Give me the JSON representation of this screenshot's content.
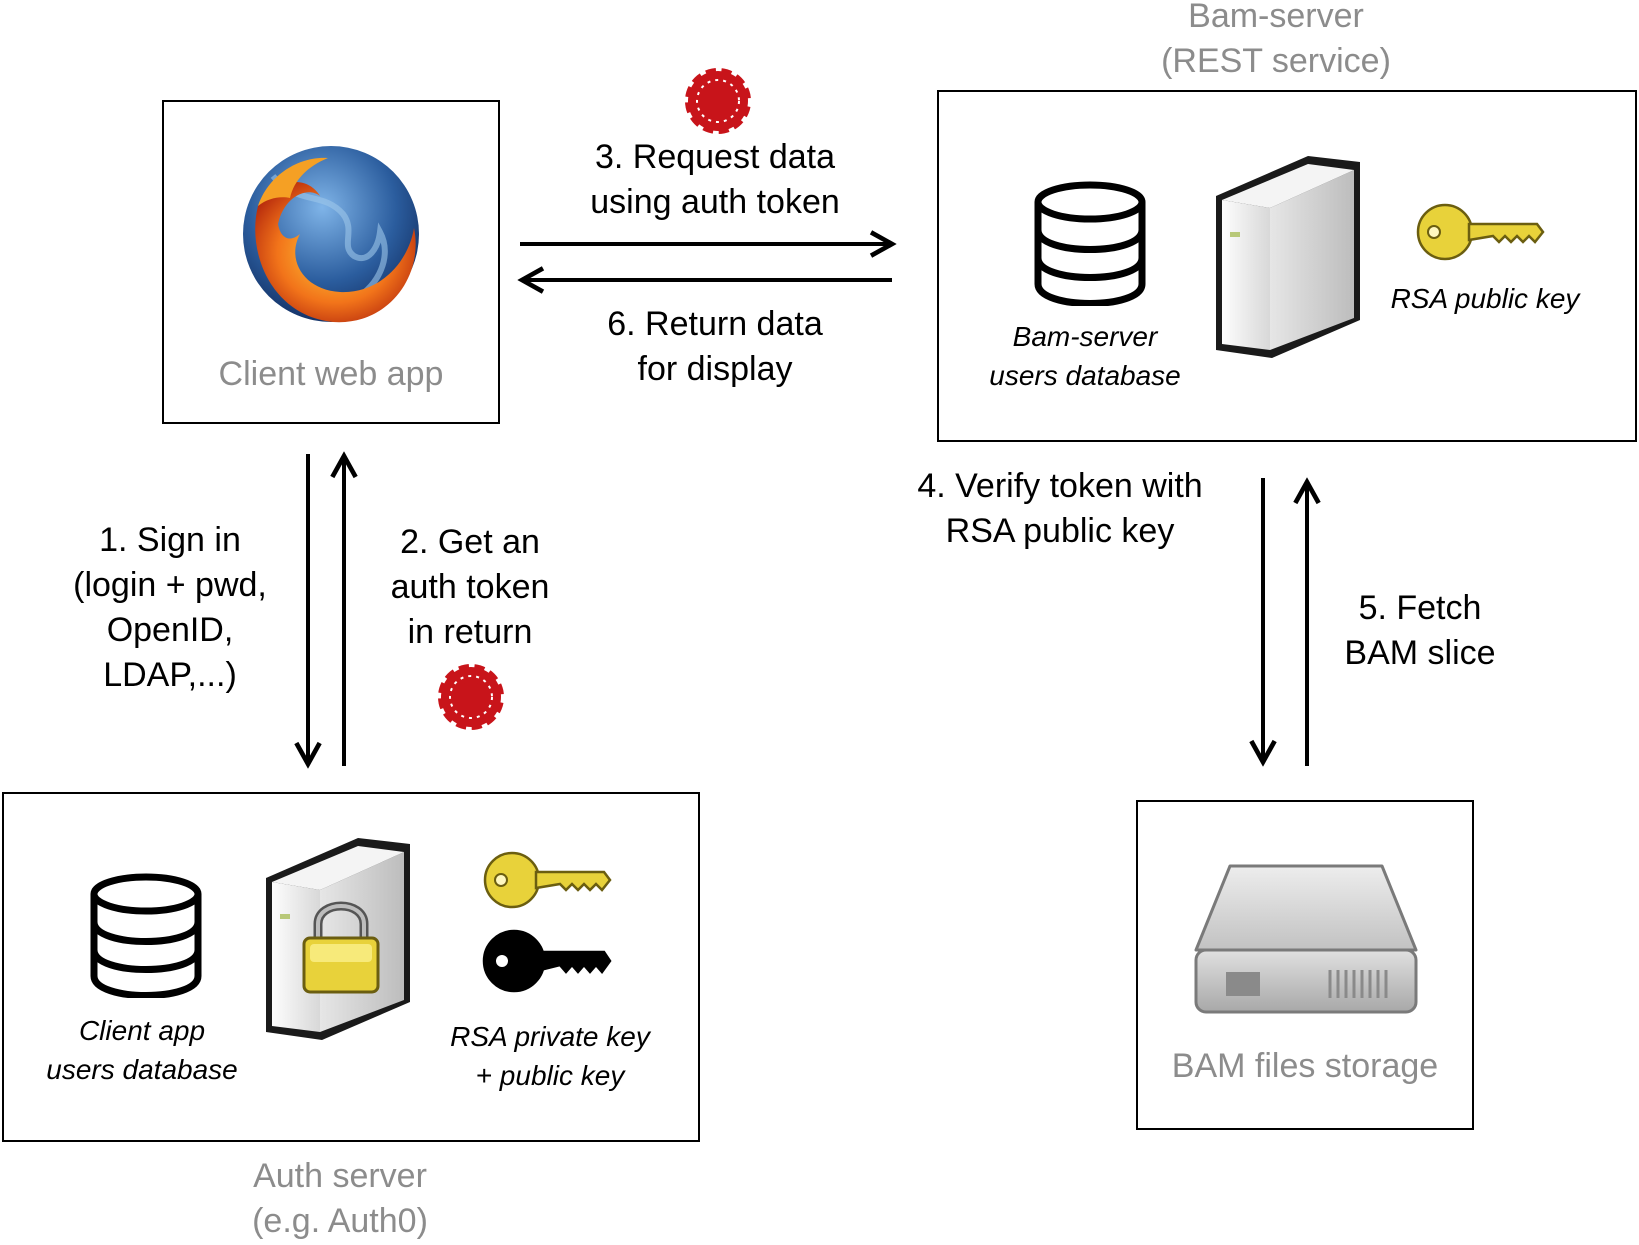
{
  "client": {
    "label": "Client web app"
  },
  "bam_server": {
    "title": "Bam-server\n(REST service)",
    "db_label": "Bam-server\nusers database",
    "key_label": "RSA public key"
  },
  "auth_server": {
    "title": "Auth server\n(e.g. Auth0)",
    "db_label": "Client app\nusers database",
    "key_label": "RSA private key\n+ public key"
  },
  "storage": {
    "label": "BAM files storage"
  },
  "steps": {
    "s1": "1. Sign in\n(login + pwd,\nOpenID,\nLDAP,...)",
    "s2": "2. Get an\nauth token\nin return",
    "s3": "3. Request data\nusing auth token",
    "s4": "4. Verify token with\nRSA public key",
    "s5": "5. Fetch\nBAM slice",
    "s6": "6. Return data\nfor display"
  },
  "colors": {
    "token": "#c8141a",
    "key_gold": "#e8d23a",
    "arrow": "#000000",
    "caption_grey": "#8c8c8c"
  }
}
